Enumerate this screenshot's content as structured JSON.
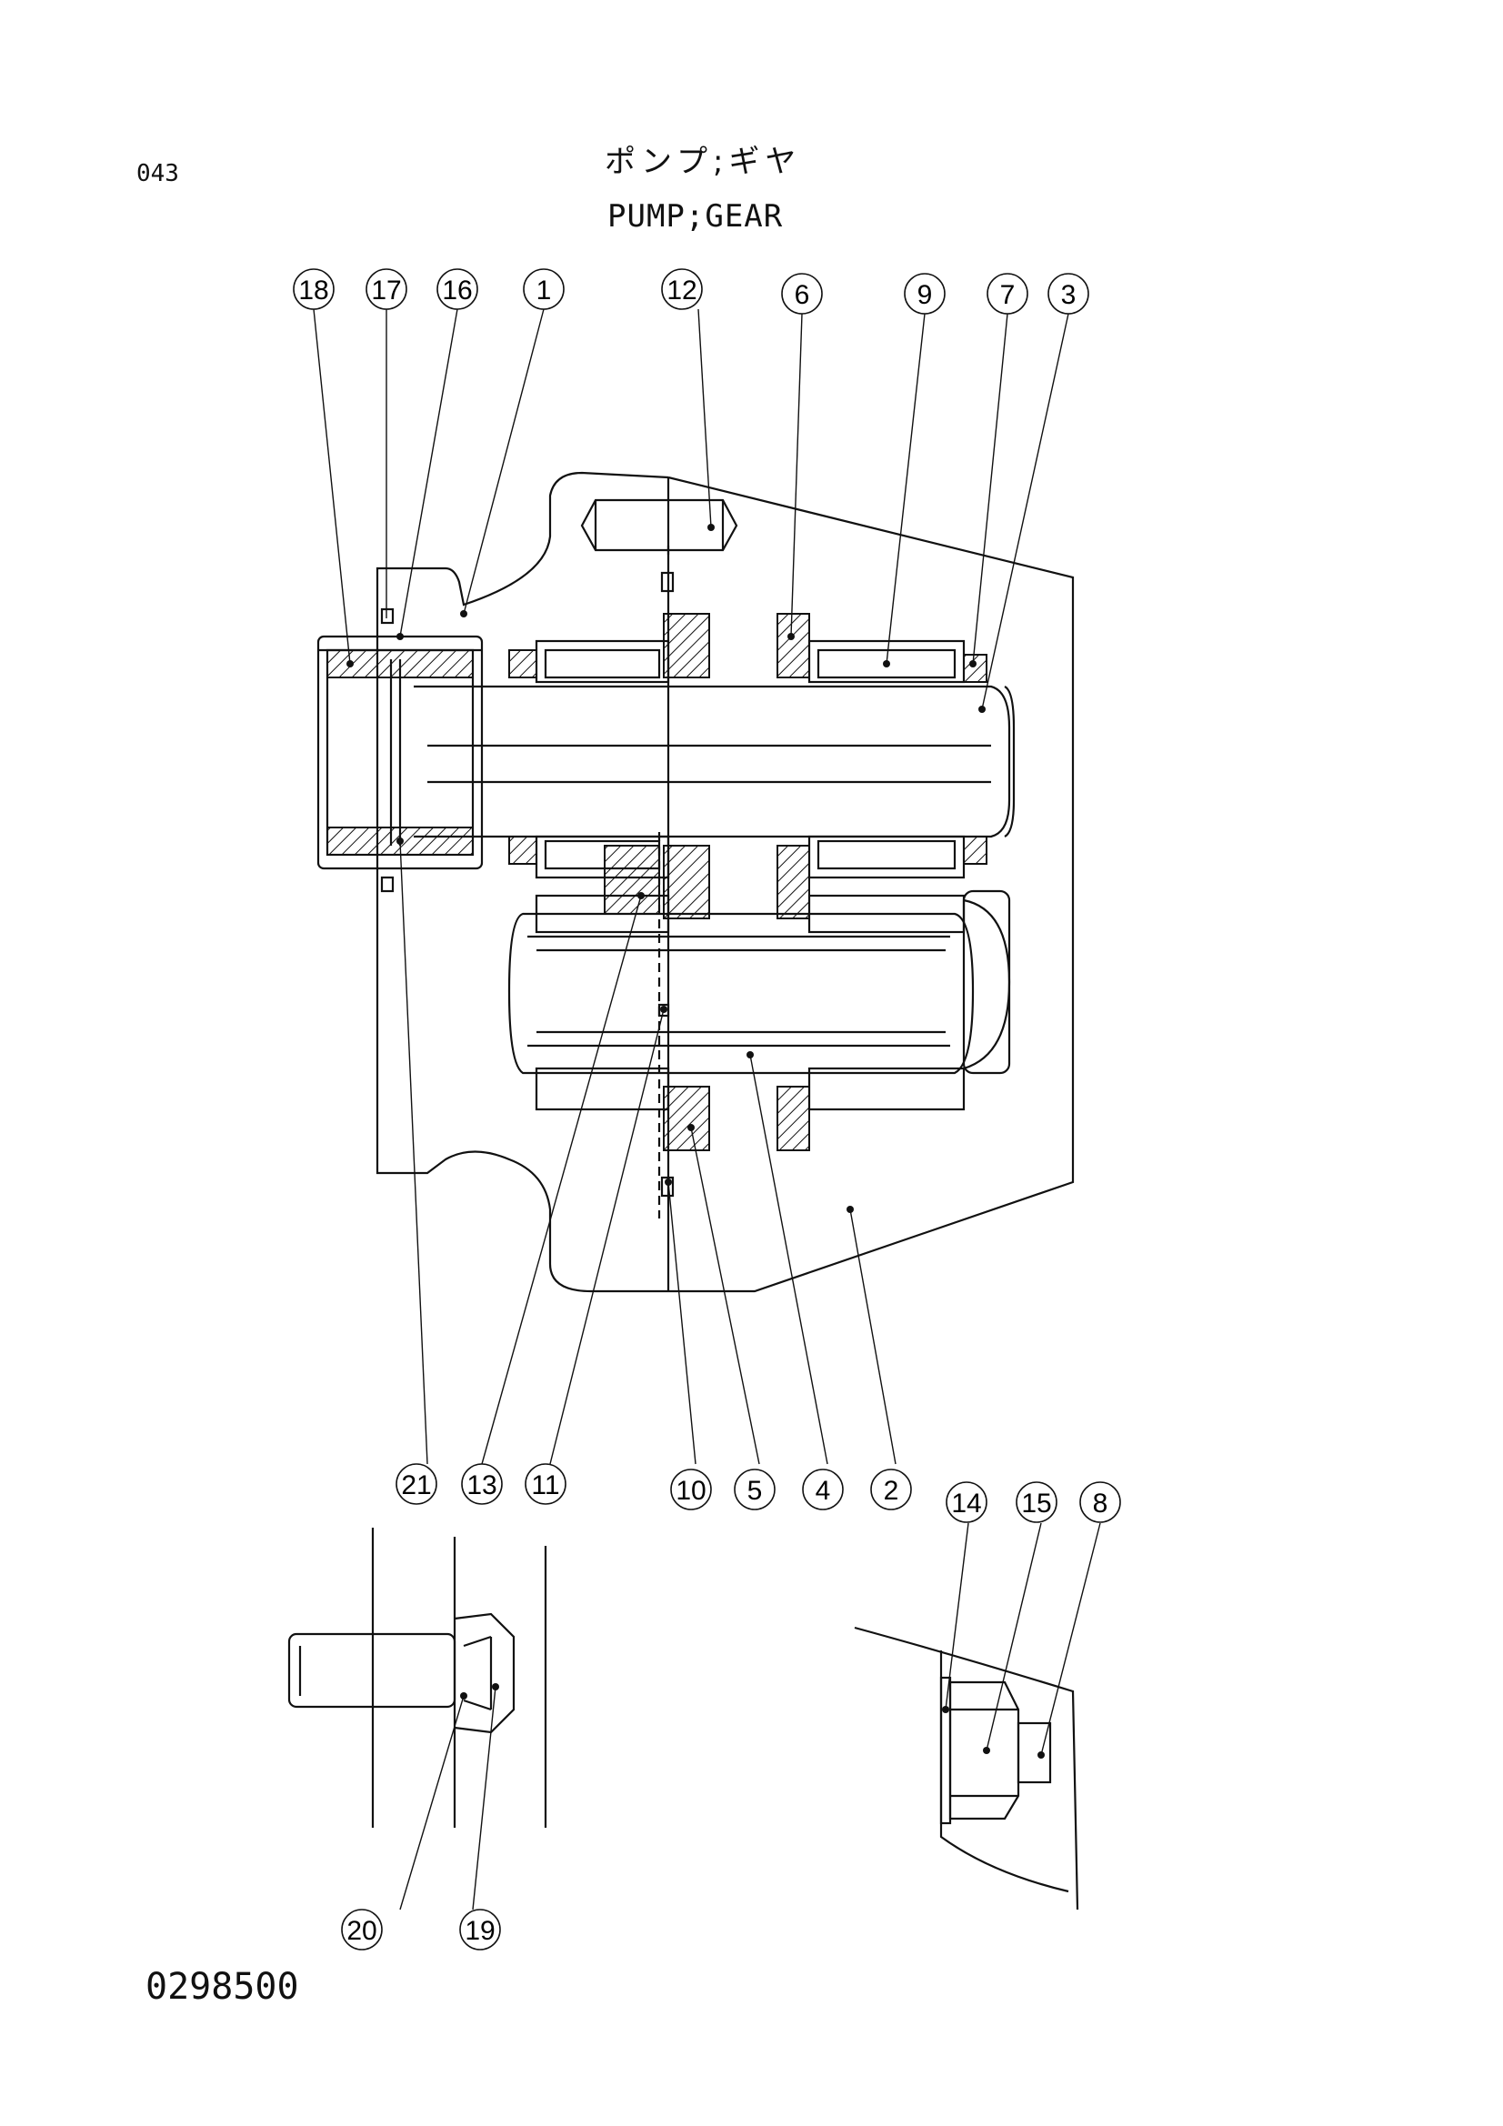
{
  "page_number": "043",
  "title_jp": "ポンプ;ギヤ",
  "title_en": "PUMP;GEAR",
  "drawing_number": "0298500",
  "callouts": {
    "18": "18",
    "17": "17",
    "16": "16",
    "1": "1",
    "12": "12",
    "6": "6",
    "9": "9",
    "7": "7",
    "3": "3",
    "21": "21",
    "13": "13",
    "11": "11",
    "10": "10",
    "5": "5",
    "4": "4",
    "2": "2",
    "14": "14",
    "15": "15",
    "8": "8",
    "20": "20",
    "19": "19"
  }
}
